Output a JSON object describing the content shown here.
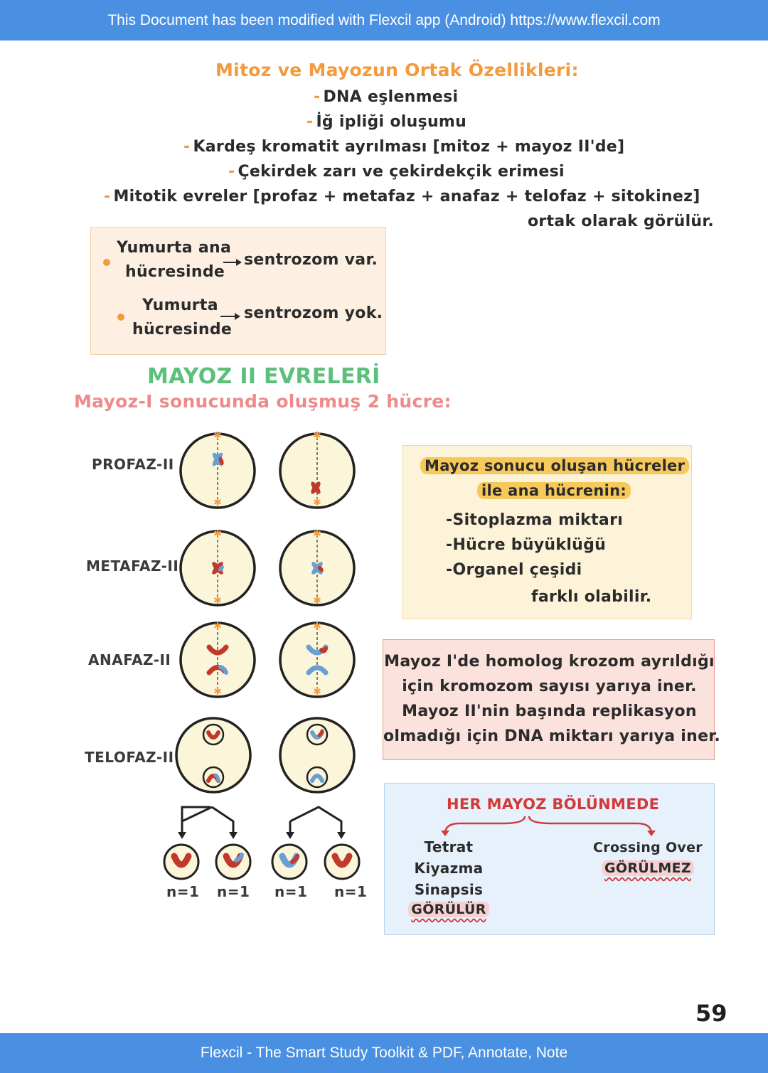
{
  "header": {
    "banner_text": "This Document has been modified with Flexcil app (Android) https://www.flexcil.com"
  },
  "footer": {
    "banner_text": "Flexcil - The Smart Study Toolkit & PDF, Annotate, Note"
  },
  "common": {
    "title": "Mitoz ve Mayozun Ortak Özellikleri:",
    "items": [
      "DNA eşlenmesi",
      "İğ ipliği oluşumu",
      "Kardeş kromatit ayrılması [mitoz + mayoz II'de]",
      "Çekirdek zarı ve çekirdekçik erimesi",
      "Mitotik evreler [profaz + metafaz + anafaz + telofaz + sitokinez]"
    ],
    "closing": "ortak olarak görülür."
  },
  "centrosome_box": {
    "row1_subject_l1": "Yumurta ana",
    "row1_subject_l2": "hücresinde",
    "row1_result": "sentrozom var.",
    "row2_subject_l1": "Yumurta",
    "row2_subject_l2": "hücresinde",
    "row2_result": "sentrozom yok."
  },
  "mayoz2": {
    "title": "MAYOZ II EVRELERİ",
    "subtitle": "Mayoz-I sonucunda oluşmuş 2 hücre:",
    "phases": [
      "PROFAZ-II",
      "METAFAZ-II",
      "ANAFAZ-II",
      "TELOFAZ-II"
    ],
    "ploidy_labels": [
      "n=1",
      "n=1",
      "n=1",
      "n=1"
    ]
  },
  "differences_box": {
    "title_l1": "Mayoz sonucu oluşan hücreler",
    "title_l2": "ile ana hücrenin:",
    "items": [
      "Sitoplazma miktarı",
      "Hücre büyüklüğü",
      "Organel çeşidi"
    ],
    "closing": "farklı olabilir."
  },
  "note_box": {
    "lines": [
      "Mayoz I'de homolog krozom ayrıldığı",
      "için kromozom sayısı yarıya iner.",
      "Mayoz II'nin başında replikasyon",
      "olmadığı için DNA miktarı yarıya iner."
    ]
  },
  "every_meiosis_box": {
    "title": "HER MAYOZ BÖLÜNMEDE",
    "left_items": [
      "Tetrat",
      "Kiyazma",
      "Sinapsis"
    ],
    "left_verdict": "GÖRÜLÜR",
    "right_item": "Crossing Over",
    "right_verdict": "GÖRÜLMEZ"
  },
  "page_number": "59",
  "colors": {
    "banner": "#4a90e2",
    "orange": "#f39a3c",
    "green": "#5cbf7c",
    "pink": "#ef8a8a",
    "chromosome_red": "#c0392b",
    "chromosome_blue": "#6b9fd4",
    "cell_fill": "#fbf5d9"
  }
}
